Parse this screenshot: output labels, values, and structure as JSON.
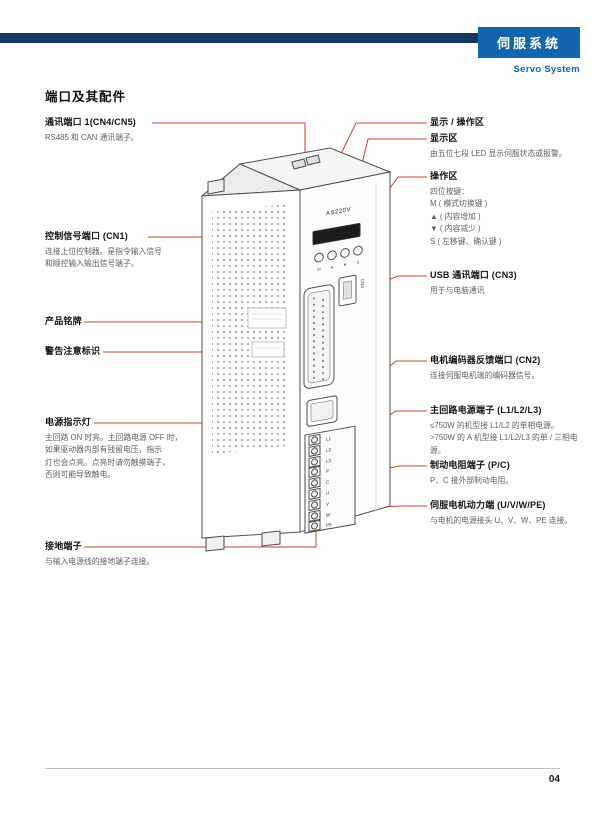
{
  "header": {
    "banner_title": "伺服系统",
    "banner_subtitle": "Servo System"
  },
  "page": {
    "title": "端口及其配件",
    "page_number": "04"
  },
  "device": {
    "model": "AS220V",
    "cn3_label": "CN3",
    "button_glyphs": [
      "M",
      "▲",
      "▼",
      "S"
    ],
    "terminal_labels": [
      "L1",
      "L2",
      "L3",
      "P",
      "C",
      "U",
      "V",
      "W",
      "PE"
    ]
  },
  "left_callouts": [
    {
      "title": "通讯端口 1(CN4/CN5)",
      "lines": [
        "RS485 和 CAN 通讯端子。"
      ]
    },
    {
      "title": "控制信号端口 (CN1)",
      "lines": [
        "连接上位控制器。是指令输入信号",
        "和顺控输入输出信号端子。"
      ]
    },
    {
      "title": "产品铭牌",
      "lines": []
    },
    {
      "title": "警告注意标识",
      "lines": []
    },
    {
      "title": "电源指示灯",
      "lines": [
        "主回路 ON 时亮。主回路电源 OFF 时，",
        "如果驱动器内部有残留电压，指示",
        "灯也会点亮。点亮时请勿触摸端子，",
        "否则可能导致触电。"
      ]
    },
    {
      "title": "接地端子",
      "lines": [
        "与输入电源线的接地端子连接。"
      ]
    }
  ],
  "right_callouts": [
    {
      "title": "显示 / 操作区",
      "lines": []
    },
    {
      "title": "显示区",
      "lines": [
        "由五位七段 LED 显示伺服状态或报警。"
      ]
    },
    {
      "title": "操作区",
      "lines": [
        "四位按键：",
        "M ( 模式切换键 )",
        "▲ ( 内容增加 )",
        "▼ ( 内容减少 )",
        "S ( 左移键、确认键 )"
      ]
    },
    {
      "title": "USB 通讯端口 (CN3)",
      "lines": [
        "用于与电脑通讯"
      ]
    },
    {
      "title": "电机编码器反馈端口 (CN2)",
      "lines": [
        "连接伺服电机端的编码器信号。"
      ]
    },
    {
      "title": "主回路电源端子 (L1/L2/L3)",
      "lines": [
        "≤750W 的机型接 L1/L2 的单相电源。",
        ">750W 的 A 机型接 L1/L2/L3 的单 / 三相电源。"
      ]
    },
    {
      "title": "制动电阻端子 (P/C)",
      "lines": [
        "P、C 接外部制动电阻。"
      ]
    },
    {
      "title": "伺服电机动力端 (U/V/W/PE)",
      "lines": [
        "与电机的电源接头 U、V、W、PE 连接。"
      ]
    }
  ]
}
